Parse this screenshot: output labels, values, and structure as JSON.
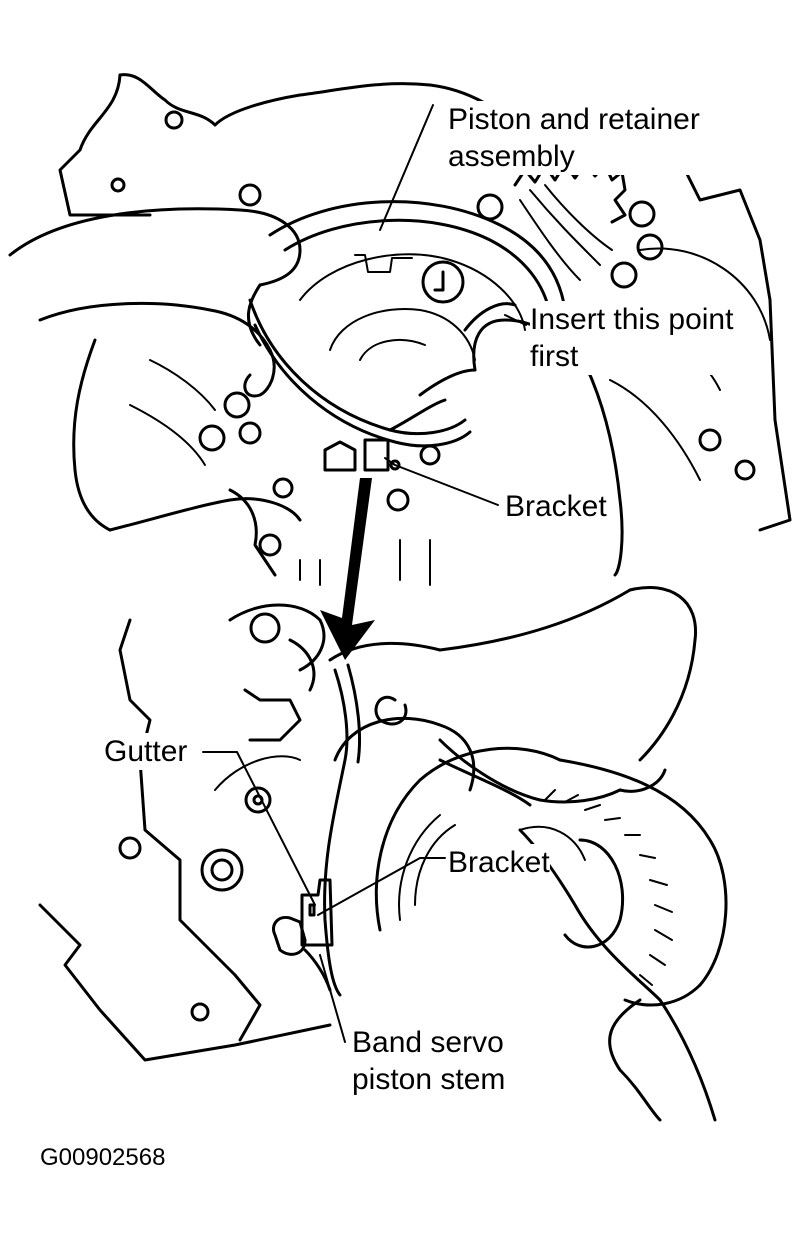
{
  "labels": {
    "piston_retainer": "Piston and retainer\nassembly",
    "insert_point": "Insert this point\nfirst",
    "bracket_upper": "Bracket",
    "gutter": "Gutter",
    "bracket_lower": "Bracket",
    "band_servo": "Band servo\npiston stem"
  },
  "figure_id": "G00902568",
  "colors": {
    "ink": "#000000",
    "paper": "#ffffff"
  }
}
